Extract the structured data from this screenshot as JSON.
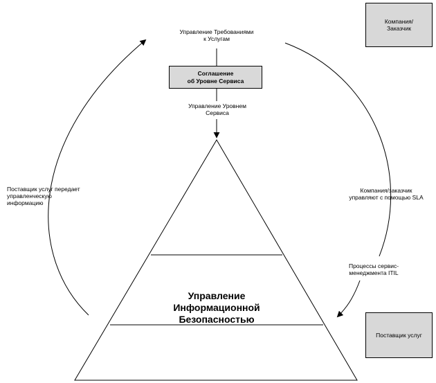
{
  "top_label": "Управление Требованиями\nк Услугам",
  "sla_box": "Соглашение\nоб Уровне Сервиса",
  "service_level_label": "Управление Уровнем\nСервиса",
  "customer_box": "Компания/\nЗаказчик",
  "provider_box": "Поставщик услуг",
  "left_label": "Поставщик услуг передает\nуправленческую\nинформацию",
  "right_label": "Компания/заказчик\nуправляют с помощью SLA",
  "right_lower_label": "Процессы сервис-\nменеджмента ITIL",
  "pyramid_title": "Управление\nИнформационной\nБезопасностью",
  "colors": {
    "box_fill": "#d8d8d8",
    "line": "#000000"
  }
}
